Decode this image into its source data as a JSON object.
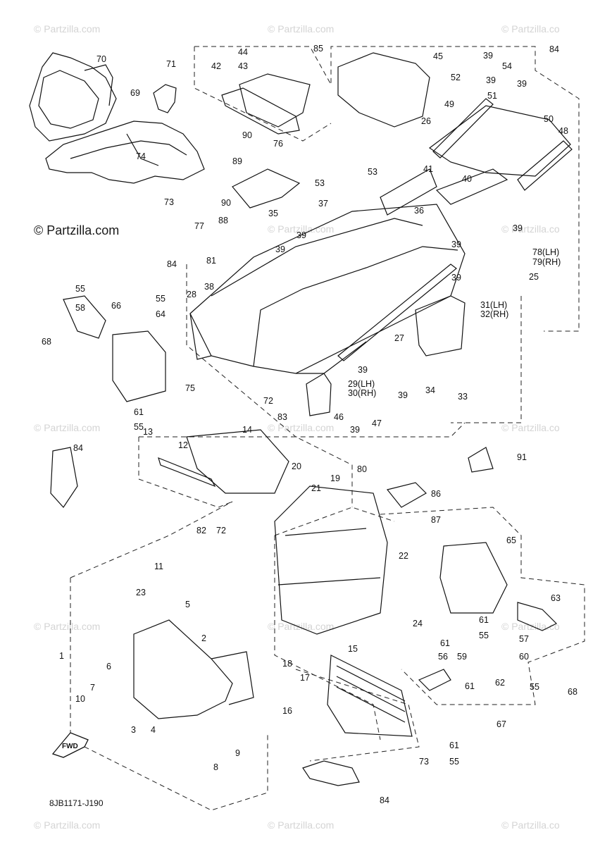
{
  "diagram": {
    "code": "8JB1171-J190",
    "fwd_label": "FWD"
  },
  "watermark": {
    "text": "© Partzilla.com",
    "text_cut": "© Partzilla.co",
    "hero": "© Partzilla.com"
  },
  "callouts": {
    "c1": "1",
    "c2": "2",
    "c3": "3",
    "c4": "4",
    "c5": "5",
    "c6": "6",
    "c7": "7",
    "c8": "8",
    "c9": "9",
    "c10": "10",
    "c11": "11",
    "c12": "12",
    "c13": "13",
    "c14": "14",
    "c15": "15",
    "c16": "16",
    "c17": "17",
    "c18": "18",
    "c19": "19",
    "c20": "20",
    "c21": "21",
    "c22": "22",
    "c23": "23",
    "c24": "24",
    "c25": "25",
    "c26": "26",
    "c27": "27",
    "c28": "28",
    "c29": "29(LH)",
    "c30": "30(RH)",
    "c31": "31(LH)",
    "c32": "32(RH)",
    "c33": "33",
    "c34": "34",
    "c35": "35",
    "c36": "36",
    "c37": "37",
    "c38": "38",
    "c39": "39",
    "c40": "40",
    "c41": "41",
    "c42": "42",
    "c43": "43",
    "c44": "44",
    "c45": "45",
    "c46": "46",
    "c47": "47",
    "c48": "48",
    "c49": "49",
    "c50": "50",
    "c51": "51",
    "c52": "52",
    "c53": "53",
    "c54": "54",
    "c55": "55",
    "c56": "56",
    "c57": "57",
    "c58": "58",
    "c59": "59",
    "c60": "60",
    "c61": "61",
    "c62": "62",
    "c63": "63",
    "c64": "64",
    "c65": "65",
    "c66": "66",
    "c67": "67",
    "c68": "68",
    "c69": "69",
    "c70": "70",
    "c71": "71",
    "c72": "72",
    "c73": "73",
    "c74": "74",
    "c75": "75",
    "c76": "76",
    "c77": "77",
    "c78": "78(LH)",
    "c79": "79(RH)",
    "c80": "80",
    "c81": "81",
    "c82": "82",
    "c83": "83",
    "c84": "84",
    "c85": "85",
    "c86": "86",
    "c87": "87",
    "c88": "88",
    "c89": "89",
    "c90": "90",
    "c91": "91"
  }
}
